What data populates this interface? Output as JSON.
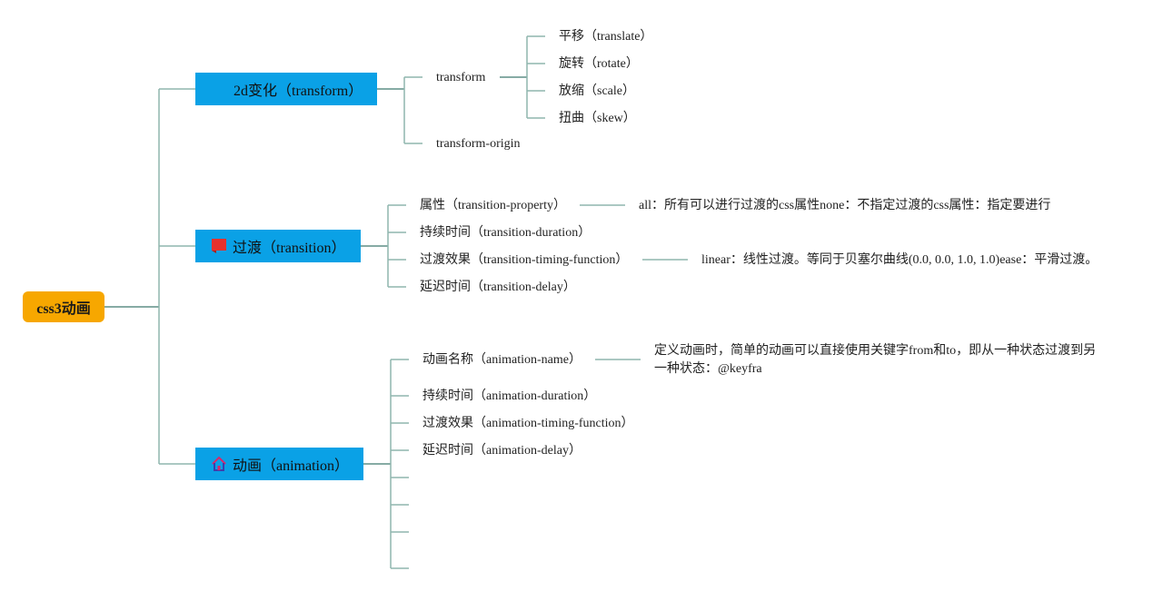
{
  "root": {
    "label": "css3动画",
    "color": "#f7a700"
  },
  "branch_color": "#0aa1e6",
  "transform": {
    "label": "2d变化（transform）",
    "children": {
      "transform": {
        "label": "transform",
        "items": [
          "平移（translate）",
          "旋转（rotate）",
          "放缩（scale）",
          "扭曲（skew）"
        ]
      },
      "origin": {
        "label": "transform-origin"
      }
    }
  },
  "transition": {
    "label": "过渡（transition）",
    "icon": "red-flag-icon",
    "items": [
      "属性（transition-property）",
      "持续时间（transition-duration）",
      "过渡效果（transition-timing-function）",
      "延迟时间（transition-delay）"
    ],
    "property_note": "all：所有可以进行过渡的css属性none：不指定过渡的css属性：指定要进行",
    "timing_note": "linear：线性过渡。等同于贝塞尔曲线(0.0, 0.0, 1.0, 1.0)ease：平滑过渡。"
  },
  "animation": {
    "label": "动画（animation）",
    "icon": "home-icon",
    "items": [
      "动画名称（animation-name）",
      "持续时间（animation-duration）",
      "过渡效果（animation-timing-function）",
      "延迟时间（animation-delay）"
    ],
    "name_note": "定义动画时，简单的动画可以直接使用关键字from和to，即从一种状态过渡到另一种状态：@keyfra"
  }
}
